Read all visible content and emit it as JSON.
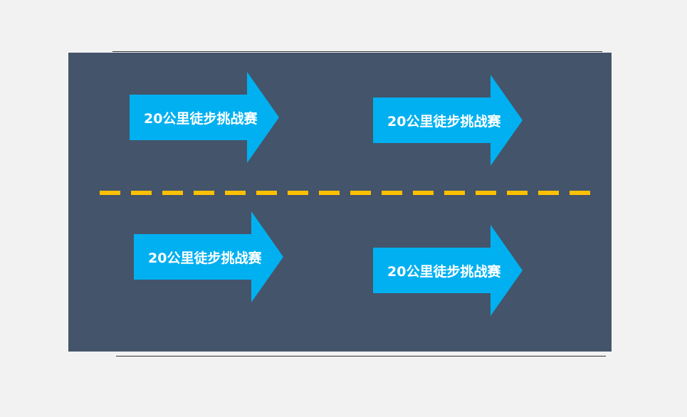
{
  "colors": {
    "page_background": "#f2f2f2",
    "slide_background": "#44546a",
    "arrow_fill": "#00b0f0",
    "arrow_text": "#ffffff",
    "divider": "#ffc000"
  },
  "arrows": [
    {
      "label": "20公里徒步挑战赛"
    },
    {
      "label": "20公里徒步挑战赛"
    },
    {
      "label": "20公里徒步挑战赛"
    },
    {
      "label": "20公里徒步挑战赛"
    }
  ]
}
